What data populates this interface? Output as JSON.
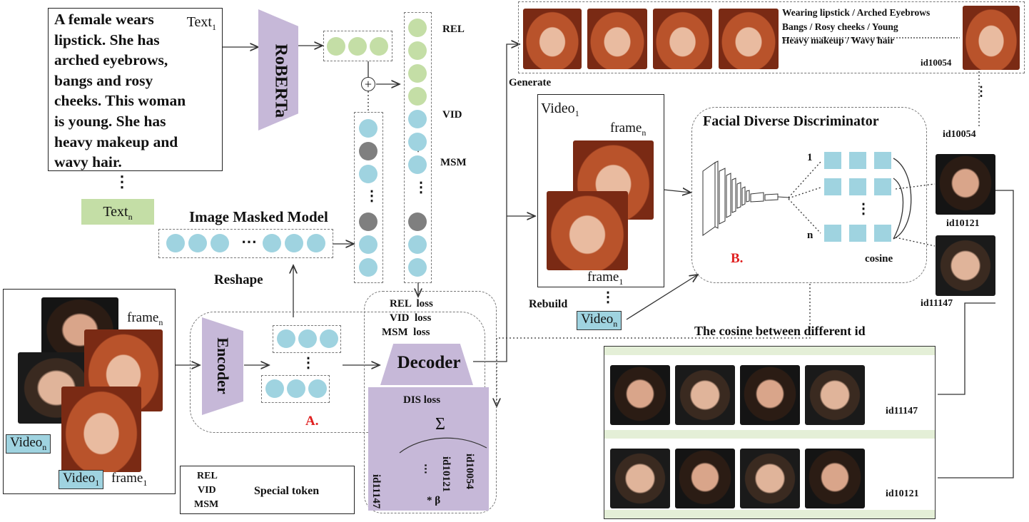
{
  "text_box": {
    "lines": [
      "A female wears",
      "lipstick. She has",
      "arched eyebrows,",
      "bangs and rosy",
      "cheeks. This woman",
      "is young. She has",
      "heavy makeup and",
      "wavy hair."
    ],
    "text1_label": "Text",
    "text1_sub": "1",
    "textn_label": "Text",
    "textn_sub": "n",
    "ellipsis": "⋮"
  },
  "roberta": {
    "label": "RoBERTa"
  },
  "token_column": {
    "rel": "REL",
    "vid": "VID",
    "msm": "MSM",
    "ellipsis": "⋮"
  },
  "image_masked_model": {
    "title": "Image Masked Model",
    "ellipsis": "⋯"
  },
  "reshape": {
    "label": "Reshape"
  },
  "input_video": {
    "frame_n": "frame",
    "frame_n_sub": "n",
    "frame_1": "frame",
    "frame_1_sub": "1",
    "video_n": "Video",
    "video_n_sub": "n",
    "video_1": "Video",
    "video_1_sub": "1"
  },
  "encoder": {
    "label": "Encoder",
    "ellipsis": "⋮"
  },
  "module_a": {
    "label": "A."
  },
  "losses": {
    "rel": "REL  loss",
    "vid": "VID  loss",
    "msm": "MSM  loss"
  },
  "decoder": {
    "label": "Decoder"
  },
  "dis_loss": {
    "title": "DIS loss",
    "sigma": "Σ",
    "ids": [
      "id11147",
      "⋯",
      "id10121",
      "id10054"
    ],
    "beta": "* β"
  },
  "legend": {
    "tokens": [
      "REL",
      "VID",
      "MSM"
    ],
    "label": "Special token"
  },
  "generate": {
    "label": "Generate",
    "attrs": [
      "Wearing lipstick / Arched Eyebrows",
      "Bangs / Rosy cheeks / Young",
      "Heavy makeup / Wavy hair"
    ],
    "id": "id10054"
  },
  "video1_panel": {
    "title": "Video",
    "title_sub": "1",
    "frame_n": "frame",
    "frame_n_sub": "n",
    "frame_1": "frame",
    "frame_1_sub": "1",
    "ellipsis": "⋮",
    "rebuild": "Rebuild",
    "video_n": "Video",
    "video_n_sub": "n"
  },
  "discriminator": {
    "title": "Facial Diverse Discriminator",
    "row_1": "1",
    "row_n": "n",
    "ellipsis": "⋮",
    "cosine": "cosine",
    "module_b": "B."
  },
  "ids_right": {
    "id_top": "id10054",
    "id_mid": "id10121",
    "id_bot": "id11147",
    "dots": "⋮"
  },
  "cosine_panel": {
    "title": "The cosine between different id",
    "row1_id": "id11147",
    "row2_id": "id10121"
  },
  "colors": {
    "purple": "#c6b8d8",
    "blue_token": "#9fd3e0",
    "green_token": "#c4dea6",
    "grey_token": "#7f7f7f",
    "red_label": "#e02020",
    "green_strip": "#e4efd7"
  }
}
